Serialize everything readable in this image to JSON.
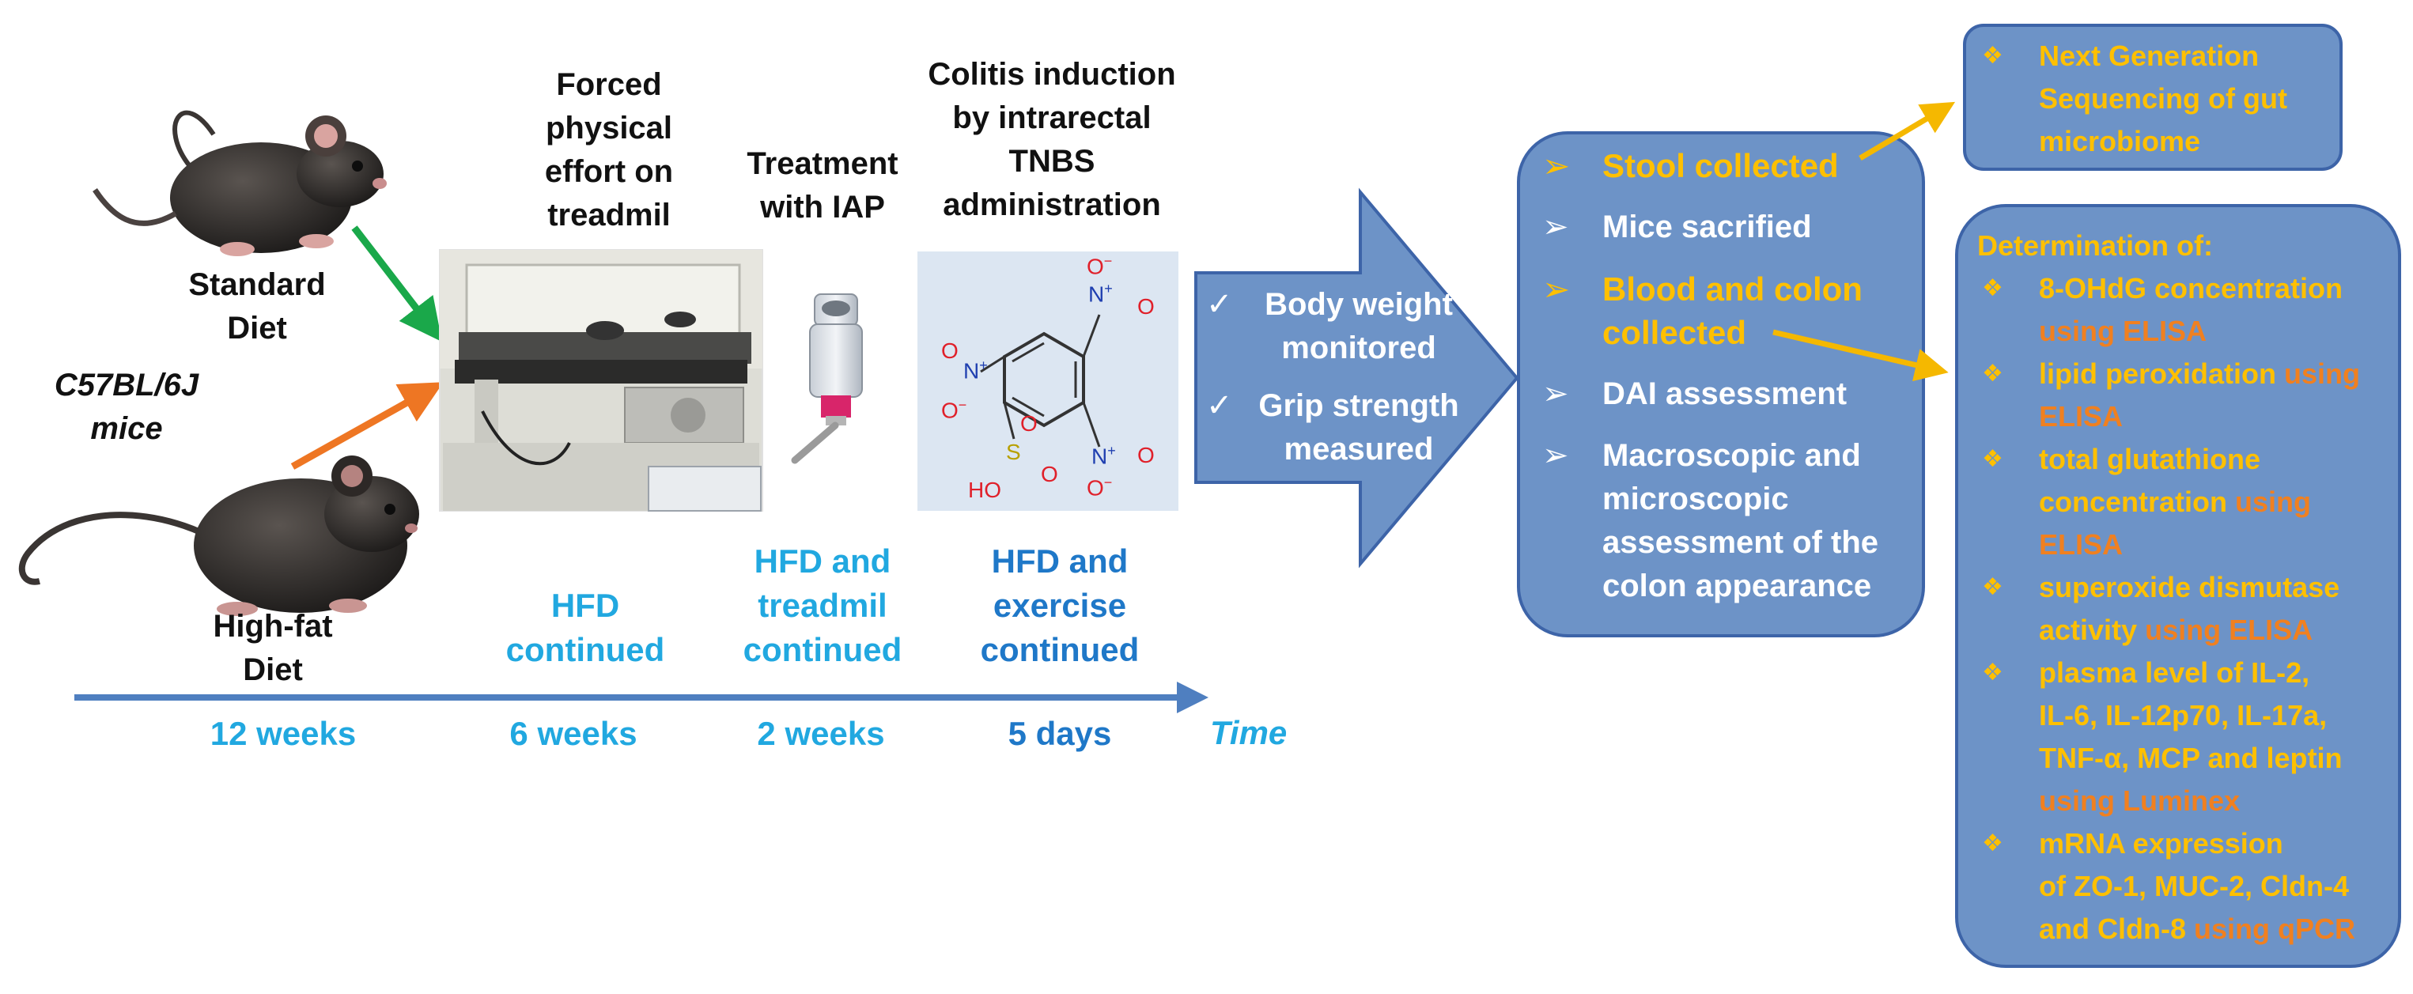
{
  "mice": {
    "standard_diet": "Standard\nDiet",
    "strain": "C57BL/6J\nmice",
    "high_fat_diet": "High-fat\nDiet"
  },
  "stages": {
    "treadmill_title": "Forced\nphysical\neffort on\ntreadmil",
    "iap_title": "Treatment\nwith IAP",
    "colitis_title": "Colitis induction\nby intrarectal\nTNBS\nadministration"
  },
  "continued": {
    "hfd": "HFD\ncontinued",
    "hfd_treadmil": "HFD and\ntreadmil\ncontinued",
    "hfd_exercise": "HFD and\nexercise\ncontinued"
  },
  "timeline": {
    "periods": [
      "12 weeks",
      "6 weeks",
      "2 weeks",
      "5 days"
    ],
    "axis_label": "Time"
  },
  "monitoring": {
    "check_mark": "✓",
    "items": [
      "Body weight\nmonitored",
      "Grip strength\nmeasured"
    ]
  },
  "collection": {
    "items": [
      {
        "text": "Stool collected",
        "highlight": true
      },
      {
        "text": "Mice sacrified",
        "highlight": false
      },
      {
        "text": "Blood and colon\ncollected",
        "highlight": true
      },
      {
        "text": "DAI assessment",
        "highlight": false
      },
      {
        "text": "Macroscopic and\nmicroscopic\nassessment of the\ncolon appearance",
        "highlight": false
      }
    ]
  },
  "ngs": {
    "text": "Next Generation\nSequencing of gut\nmicrobiome"
  },
  "determination": {
    "heading": "Determination of:",
    "items": [
      {
        "main": "8-OHdG concentration\n",
        "method": "using ELISA"
      },
      {
        "main": "lipid peroxidation ",
        "method": "using\nELISA"
      },
      {
        "main": "total glutathione\nconcentration ",
        "method": "using\nELISA"
      },
      {
        "main": "superoxide dismutase\nactivity ",
        "method": "using ELISA"
      },
      {
        "main": "plasma level of IL-2,\nIL-6, IL-12p70, IL-17a,\nTNF-α, MCP and leptin\n",
        "method": "using Luminex"
      },
      {
        "main": "mRNA expression\nof  ZO-1, MUC-2, Cldn-4\nand Cldn-8 ",
        "method": "using qPCR"
      }
    ]
  },
  "chemistry": {
    "nitro_n": "N",
    "nitro_o": "O",
    "plus": "+",
    "minus": "−",
    "sulfur": "S",
    "oh": "HO"
  },
  "colors": {
    "box_fill": "#6d93c7",
    "box_stroke": "#3d64a8",
    "highlight_text": "#ffc000",
    "method_text": "#f08020",
    "timeline_arrow": "#4f7fc0",
    "green_arrow": "#1aa84a",
    "orange_arrow": "#ee7623",
    "light_blue": "#21a8e0",
    "mid_blue": "#1f78c8"
  }
}
